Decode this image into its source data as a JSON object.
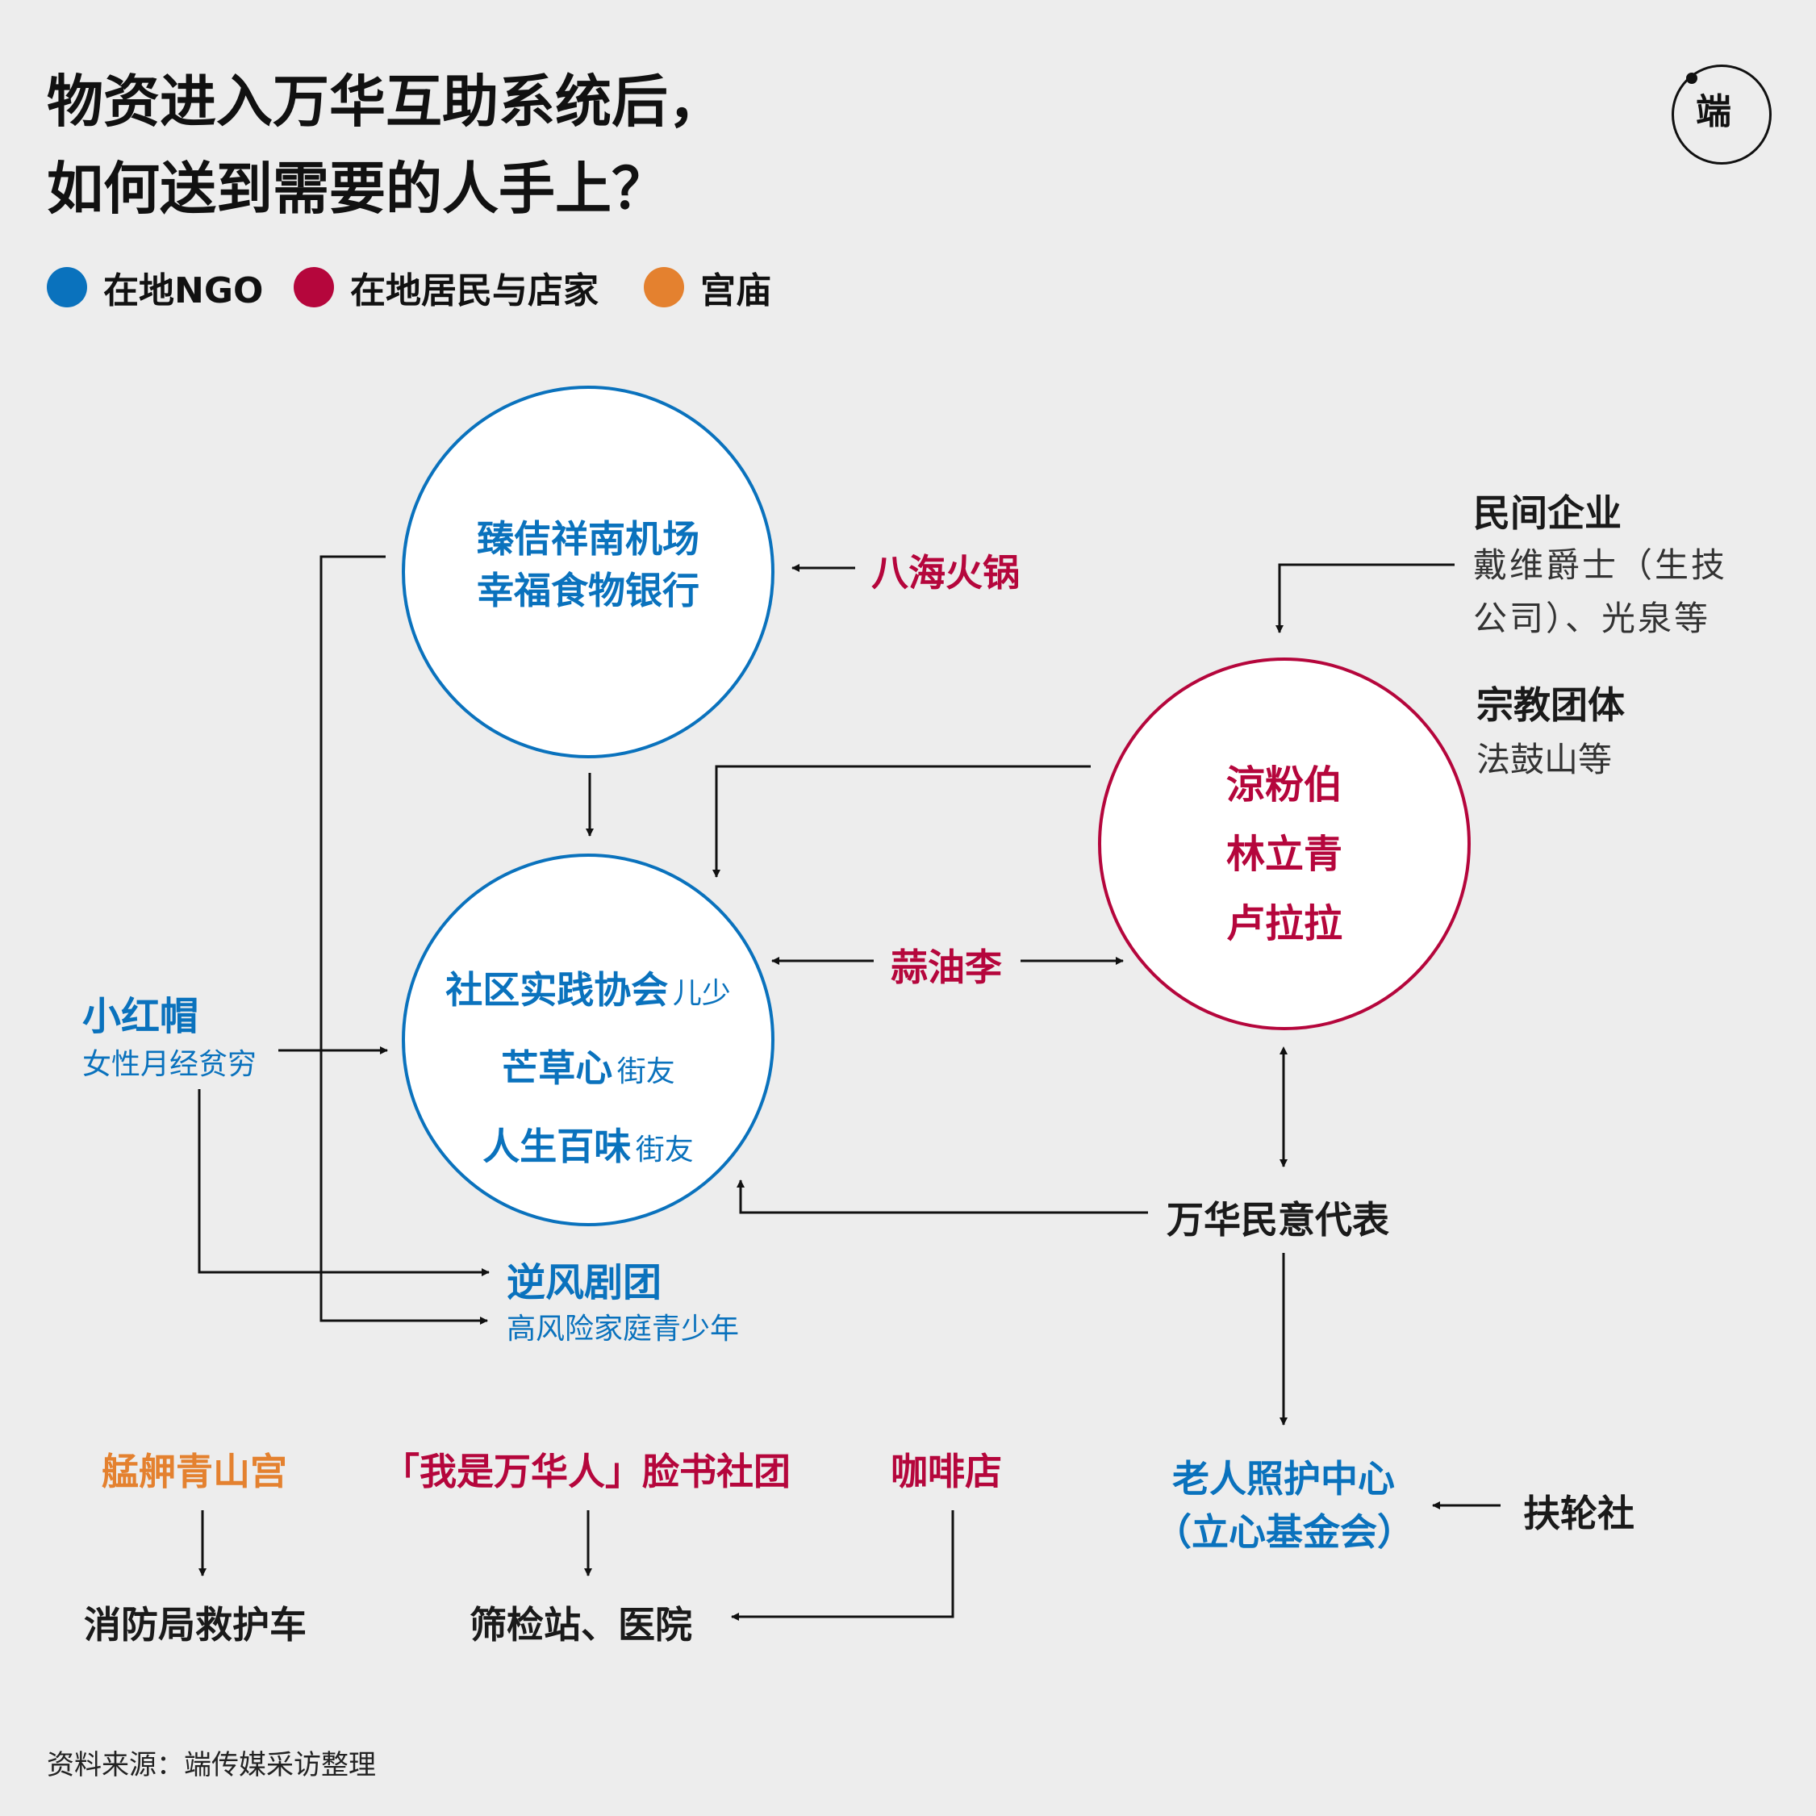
{
  "title": {
    "line1": "物资进入万华互助系统后，",
    "line2": "如何送到需要的人手上？"
  },
  "logo": {
    "text": "端"
  },
  "legend": [
    {
      "label": "在地NGO",
      "color": "#0a72bd"
    },
    {
      "label": "在地居民与店家",
      "color": "#b5063c"
    },
    {
      "label": "宫庙",
      "color": "#e4812f"
    }
  ],
  "nodes": {
    "foodbank": {
      "line1": "臻佶祥南机场",
      "line2": "幸福食物银行"
    },
    "hotpot": "八海火锅",
    "company": {
      "title": "民间企业",
      "desc_line1": "戴维爵士（生技",
      "desc_line2": "公司）、光泉等"
    },
    "religion": {
      "title": "宗教团体",
      "desc": "法鼓山等"
    },
    "residents": {
      "line1": "涼粉伯",
      "line2": "林立青",
      "line3": "卢拉拉"
    },
    "ngo_group": {
      "item1": "社区实践协会",
      "item1_note": "儿少",
      "item2": "芒草心",
      "item2_note": "街友",
      "item3": "人生百味",
      "item3_note": "街友"
    },
    "suanyouli": "蒜油李",
    "redhat": {
      "title": "小红帽",
      "desc": "女性月经贫穷"
    },
    "councilor": "万华民意代表",
    "troupe": {
      "title": "逆风剧团",
      "desc": "高风险家庭青少年"
    },
    "temple": "艋舺青山宫",
    "fb_group": "「我是万华人」脸书社团",
    "cafe": "咖啡店",
    "elderly": {
      "line1": "老人照护中心",
      "line2": "（立心基金会）"
    },
    "wheel": "扶轮社",
    "fire": "消防局救护车",
    "screening": "筛检站、医院"
  },
  "source": "资料来源：端传媒采访整理"
}
